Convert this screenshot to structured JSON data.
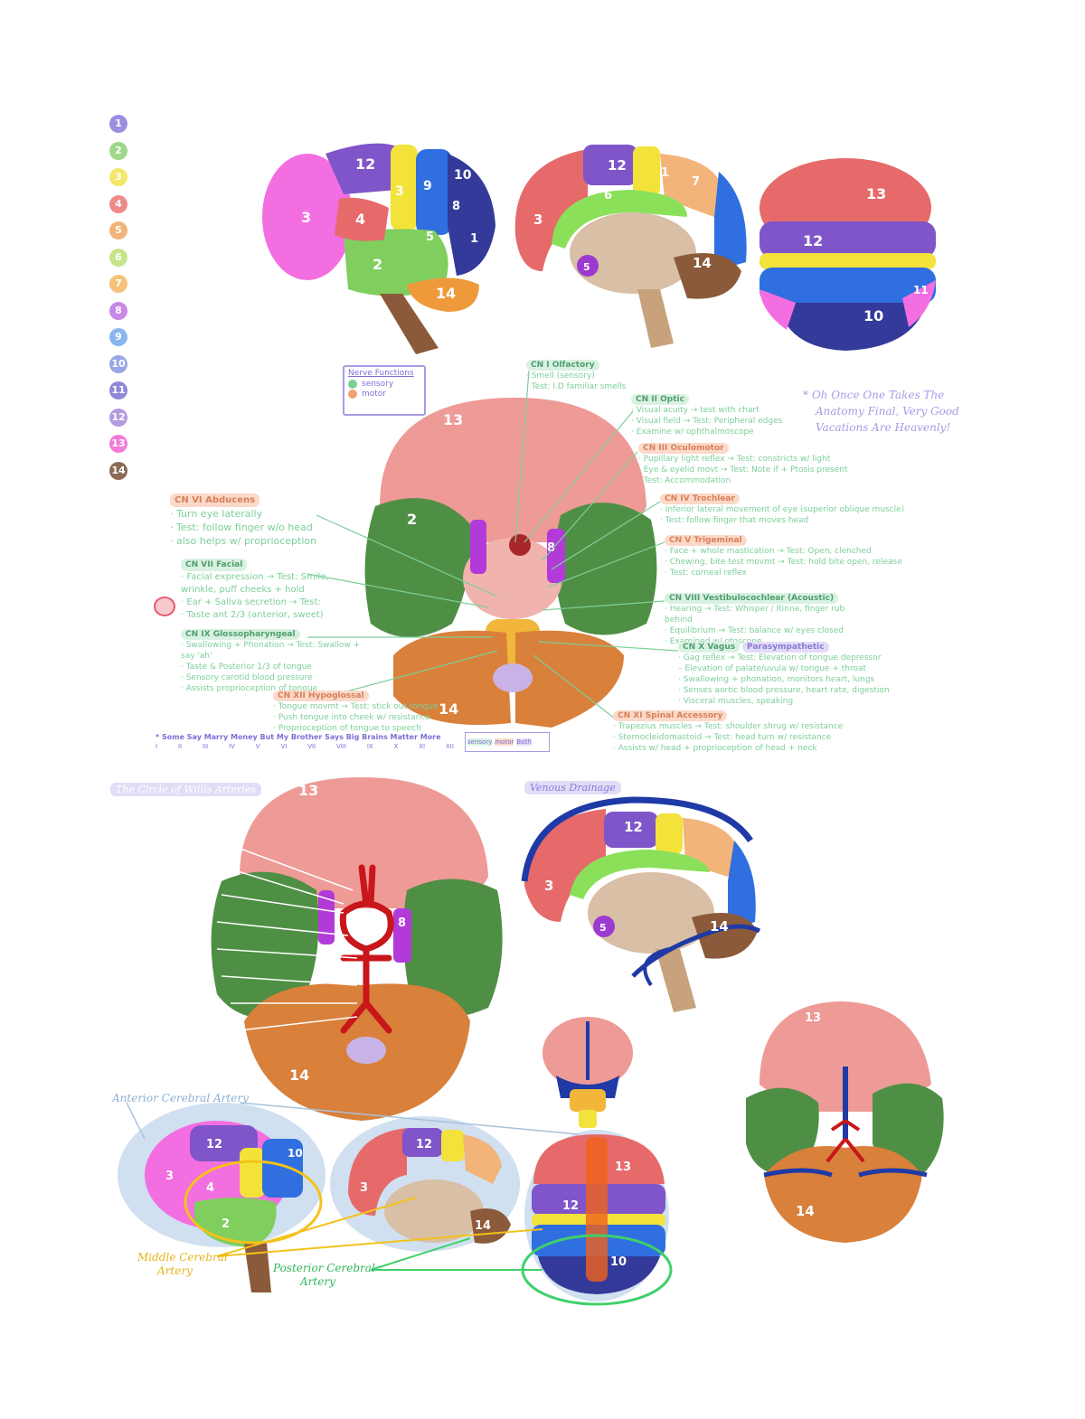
{
  "color_key": [
    {
      "n": "1",
      "color": "#9b8ee0"
    },
    {
      "n": "2",
      "color": "#9fd88a"
    },
    {
      "n": "3",
      "color": "#f3e86a"
    },
    {
      "n": "4",
      "color": "#ef8a8a"
    },
    {
      "n": "5",
      "color": "#f3b47a"
    },
    {
      "n": "6",
      "color": "#c6e58a"
    },
    {
      "n": "7",
      "color": "#f5c27a"
    },
    {
      "n": "8",
      "color": "#c78ae6"
    },
    {
      "n": "9",
      "color": "#8ab6ef"
    },
    {
      "n": "10",
      "color": "#9aa6e6"
    },
    {
      "n": "11",
      "color": "#8f87d8"
    },
    {
      "n": "12",
      "color": "#b49be0"
    },
    {
      "n": "13",
      "color": "#f27ad8"
    },
    {
      "n": "14",
      "color": "#8a6a55"
    }
  ],
  "colors": {
    "frontal": "#f36ee0",
    "parietal": "#7f55c9",
    "motor": "#f3e23a",
    "sensory": "#2f6fe0",
    "temporal": "#7fce5e",
    "occipital": "#333a9a",
    "cerebellum": "#ef9a3a",
    "orbital": "#e66a6a",
    "brainstem": "#8a5a3a",
    "cingulate": "#8be05a",
    "cranial_green": "#4f8f45",
    "cranial_pink": "#ee9a96",
    "artery": "#c8161a",
    "vein": "#1f3aa6",
    "annot_green": "#7ccf9a",
    "annot_orange": "#f0a070",
    "annot_purple": "#a99be6"
  },
  "region_labels": {
    "r1": "1",
    "r2": "2",
    "r3": "3",
    "r4": "4",
    "r5": "5",
    "r6": "6",
    "r7": "7",
    "r8": "8",
    "r9": "9",
    "r10": "10",
    "r11": "11",
    "r12": "12",
    "r13": "13",
    "r14": "14"
  },
  "nerve_legend": {
    "title": "Nerve Functions",
    "sensory": "sensory",
    "motor": "motor"
  },
  "mnemonic": {
    "line1": "* Oh Once One Takes The",
    "line2": "Anatomy Final, Very Good",
    "line3": "Vacations Are Heavenly!"
  },
  "cn_notes": {
    "cn1": "CN I Olfactory",
    "cn1_body": [
      "· Smell (sensory)",
      "· Test: I.D familiar smells"
    ],
    "cn2": "CN II Optic",
    "cn2_body": [
      "· Visual acuity → test with chart",
      "· Visual field → Test: Peripheral edges",
      "· Examine w/ ophthalmoscope"
    ],
    "cn3": "CN III Oculomotor",
    "cn3_body": [
      "· Pupillary light reflex → Test: constricts w/ light",
      "· Eye & eyelid movt → Test: Note if + Ptosis present",
      "· Test: Accommodation"
    ],
    "cn4": "CN IV Trochlear",
    "cn4_body": [
      "· Inferior lateral movement of eye (superior oblique muscle)",
      "· Test: follow finger that moves head"
    ],
    "cn5": "CN V Trigeminal",
    "cn5_body": [
      "· Face + whole mastication → Test: Open, clenched",
      "· Chewing, bite test movmt → Test: hold bite open, release",
      "· Test: corneal reflex"
    ],
    "cn6": "CN VI Abducens",
    "cn6_body": [
      "· Turn eye laterally",
      "· Test: follow finger w/o head",
      "· also helps w/ proprioception"
    ],
    "cn7": "CN VII Facial",
    "cn7_body": [
      "· Facial expression → Test: Smile,",
      "  wrinkle, puff cheeks + hold",
      "· Ear + Saliva secretion → Test:",
      "· Taste ant 2/3 (anterior, sweet)"
    ],
    "cn8": "CN VIII Vestibulocochlear (Acoustic)",
    "cn8_body": [
      "· Hearing → Test: Whisper / Rinne, finger rub behind",
      "· Equilibrium → Test: balance w/ eyes closed",
      "· Examined w/ otoscope"
    ],
    "cn9": "CN IX Glossopharyngeal",
    "cn9_body": [
      "· Swallowing + Phonation → Test: Swallow + say 'ah'",
      "· Taste & Posterior 1/3 of tongue",
      "· Sensory carotid blood pressure",
      "· Assists proprioception of tongue"
    ],
    "cn10": "CN X Vagus",
    "cn10_extra": "Parasympathetic",
    "cn10_body": [
      "· Gag reflex → Test: Elevation of tongue depressor",
      "  – Elevation of palate/uvula w/ tongue + throat",
      "· Swallowing + phonation, monitors heart, lungs",
      "· Senses aortic blood pressure, heart rate, digestion",
      "· Visceral muscles, speaking"
    ],
    "cn11": "CN XI Spinal Accessory",
    "cn11_body": [
      "· Trapezius muscles → Test: shoulder shrug w/ resistance",
      "· Sternocleidomastoid → Test: head turn w/ resistance",
      "· Assists w/ head + proprioception of head + neck"
    ],
    "cn12": "CN XII Hypoglossal",
    "cn12_body": [
      "· Tongue movmt → Test: stick out tongue",
      "· Push tongue into cheek w/ resistance",
      "· Proprioception of tongue to speech"
    ]
  },
  "bottom_mnemonic": {
    "line": "* Some Say Marry Money But My Brother Says Big Brains Matter More",
    "numerals": [
      "I",
      "II",
      "III",
      "IV",
      "V",
      "VI",
      "VII",
      "VIII",
      "IX",
      "X",
      "XI",
      "XII"
    ],
    "legend_sensory": "sensory",
    "legend_motor": "motor",
    "legend_both": "Both"
  },
  "section_titles": {
    "circle": "The Circle of Willis Arteries",
    "venous": "Venous Drainage"
  },
  "artery_labels": {
    "aca": "Anterior Cerebral Artery",
    "mca_1": "Middle Cerebral",
    "mca_2": "Artery",
    "pca_1": "Posterior Cerebral",
    "pca_2": "Artery"
  }
}
